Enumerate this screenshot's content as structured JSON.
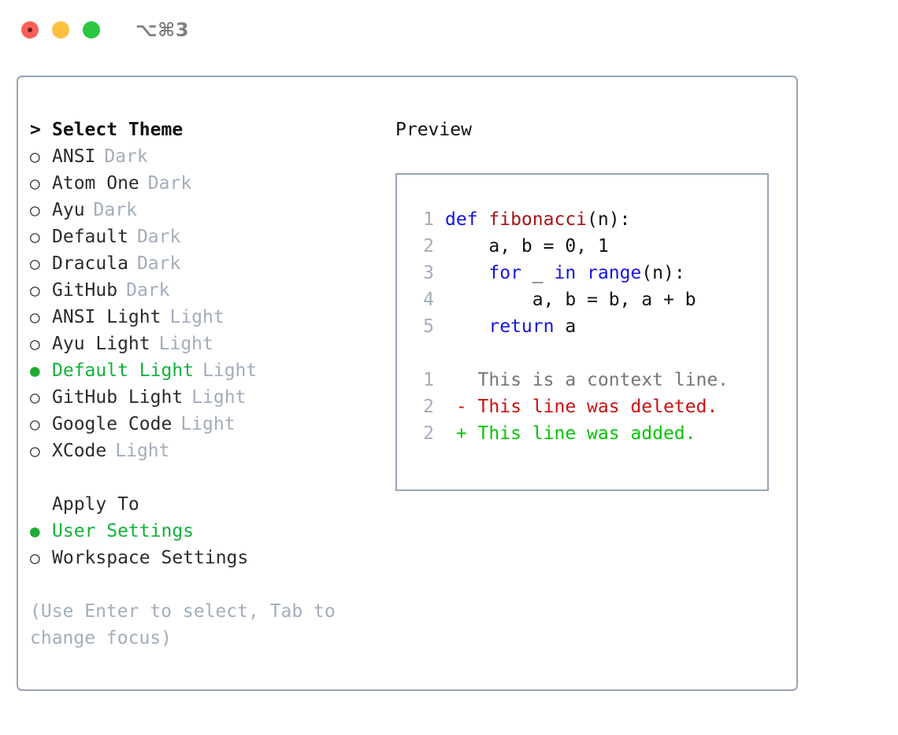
{
  "window": {
    "title": "⌥⌘3",
    "controls": [
      "close",
      "minimize",
      "zoom"
    ]
  },
  "left": {
    "prompt_marker": ">",
    "header": "Select Theme",
    "radio_off": "○",
    "radio_on": "●",
    "themes": [
      {
        "name": "ANSI",
        "tag": "Dark",
        "selected": false
      },
      {
        "name": "Atom One",
        "tag": "Dark",
        "selected": false
      },
      {
        "name": "Ayu",
        "tag": "Dark",
        "selected": false
      },
      {
        "name": "Default",
        "tag": "Dark",
        "selected": false
      },
      {
        "name": "Dracula",
        "tag": "Dark",
        "selected": false
      },
      {
        "name": "GitHub",
        "tag": "Dark",
        "selected": false
      },
      {
        "name": "ANSI Light",
        "tag": "Light",
        "selected": false
      },
      {
        "name": "Ayu Light",
        "tag": "Light",
        "selected": false
      },
      {
        "name": "Default Light",
        "tag": "Light",
        "selected": true
      },
      {
        "name": "GitHub Light",
        "tag": "Light",
        "selected": false
      },
      {
        "name": "Google Code",
        "tag": "Light",
        "selected": false
      },
      {
        "name": "XCode",
        "tag": "Light",
        "selected": false
      }
    ],
    "apply_to": {
      "title": "Apply To",
      "options": [
        {
          "name": "User Settings",
          "selected": true
        },
        {
          "name": "Workspace Settings",
          "selected": false
        }
      ]
    },
    "hint": "(Use Enter to select, Tab to change focus)"
  },
  "preview": {
    "title": "Preview",
    "code": [
      {
        "no": "1",
        "tokens": [
          {
            "t": "def ",
            "c": "kw"
          },
          {
            "t": "fibonacci",
            "c": "fn"
          },
          {
            "t": "(n):",
            "c": "plain"
          }
        ]
      },
      {
        "no": "2",
        "tokens": [
          {
            "t": "    a, b = 0, 1",
            "c": "plain"
          }
        ]
      },
      {
        "no": "3",
        "tokens": [
          {
            "t": "    ",
            "c": "plain"
          },
          {
            "t": "for",
            "c": "kw"
          },
          {
            "t": " _ ",
            "c": "plain"
          },
          {
            "t": "in",
            "c": "kw"
          },
          {
            "t": " ",
            "c": "plain"
          },
          {
            "t": "range",
            "c": "kw"
          },
          {
            "t": "(n):",
            "c": "plain"
          }
        ]
      },
      {
        "no": "4",
        "tokens": [
          {
            "t": "        a, b = b, a + b",
            "c": "plain"
          }
        ]
      },
      {
        "no": "5",
        "tokens": [
          {
            "t": "    ",
            "c": "plain"
          },
          {
            "t": "return",
            "c": "kw"
          },
          {
            "t": " a",
            "c": "plain"
          }
        ]
      }
    ],
    "diff": [
      {
        "no": "1",
        "marker": " ",
        "text": "This is a context line.",
        "kind": "ctx"
      },
      {
        "no": "2",
        "marker": "-",
        "text": "This line was deleted.",
        "kind": "del"
      },
      {
        "no": "2",
        "marker": "+",
        "text": "This line was added.",
        "kind": "add"
      }
    ]
  },
  "colors": {
    "selected_green": "#13b03a",
    "radio_green": "#1eab33",
    "diff_add": "#06c406",
    "diff_del": "#cc1111",
    "keyword_blue": "#1414e0",
    "function_red": "#a81414",
    "muted": "#a3adbb",
    "border": "#9aa4b4"
  }
}
